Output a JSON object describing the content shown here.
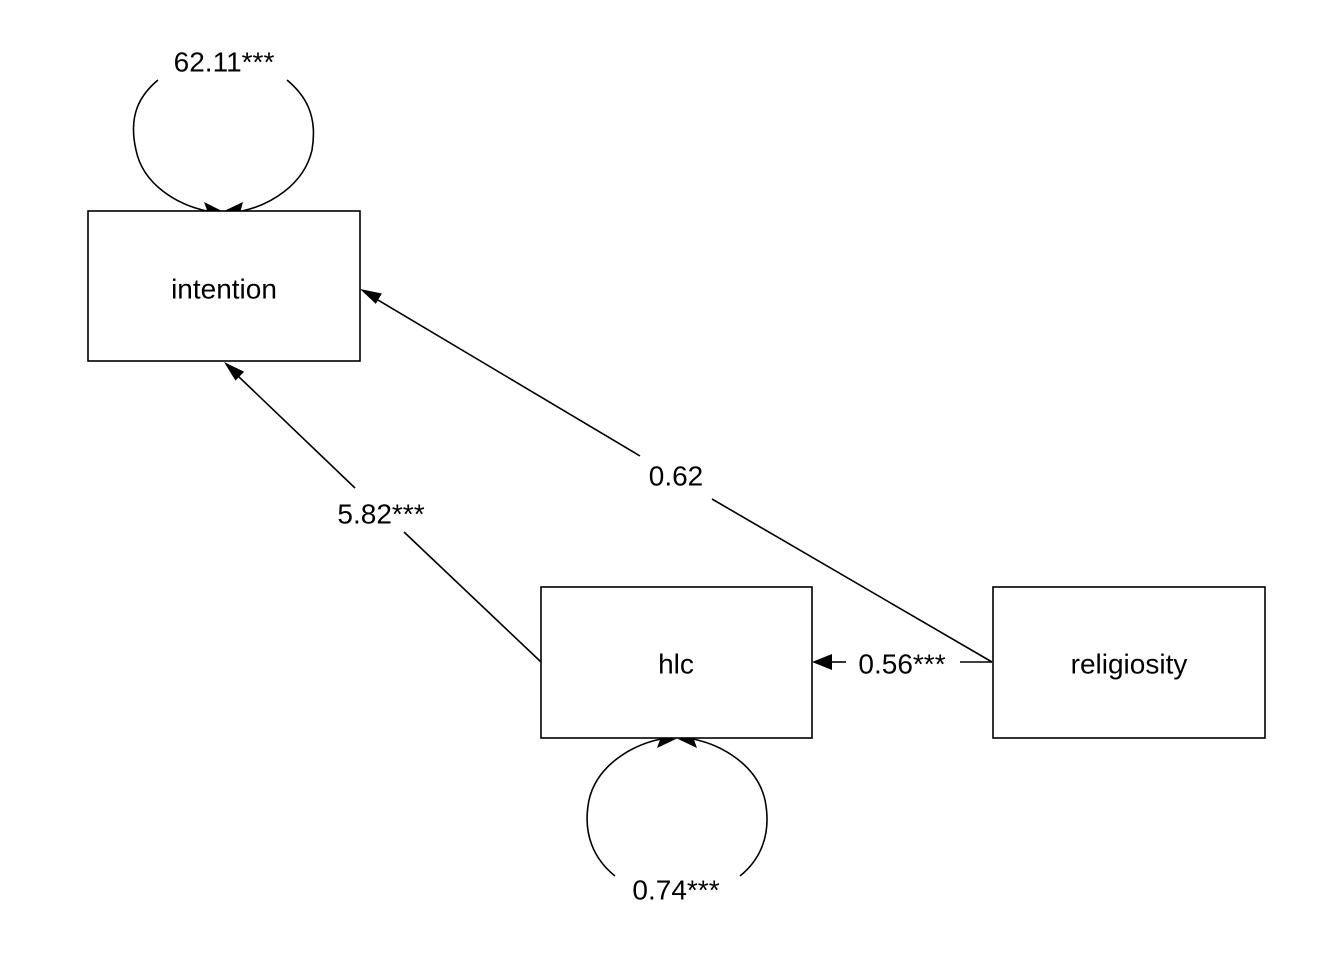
{
  "nodes": {
    "intention": {
      "label": "intention"
    },
    "hlc": {
      "label": "hlc"
    },
    "religiosity": {
      "label": "religiosity"
    }
  },
  "paths": {
    "religiosity_to_intention": {
      "label": "0.62"
    },
    "hlc_to_intention": {
      "label": "5.82***"
    },
    "religiosity_to_hlc": {
      "label": "0.56***"
    }
  },
  "variances": {
    "intention": {
      "label": "62.11***"
    },
    "hlc": {
      "label": "0.74***"
    }
  },
  "colors": {
    "line": "#000000",
    "background": "#ffffff"
  }
}
